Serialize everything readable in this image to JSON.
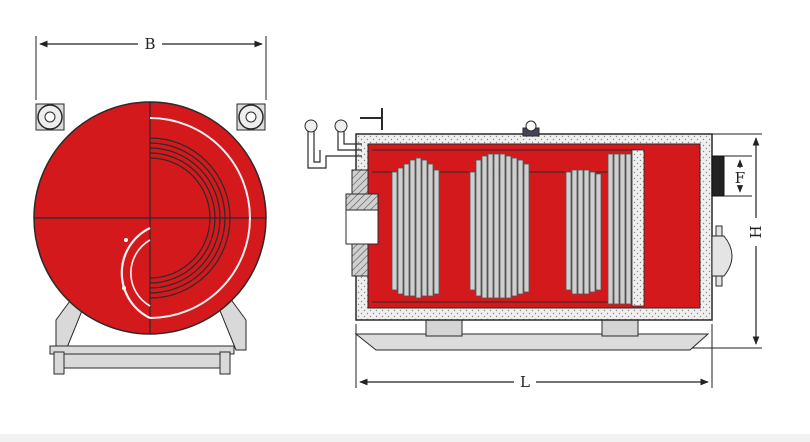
{
  "dimensions": {
    "width_label": "B",
    "length_label": "L",
    "height_label": "H",
    "flue_label": "F"
  },
  "colors": {
    "boiler_red": "#d3191c",
    "outline": "#2a2a2a",
    "tube_grey": "#cfcfcf",
    "insulation_dots": "#9a9a9a",
    "frame_grey": "#d6d6d6"
  }
}
